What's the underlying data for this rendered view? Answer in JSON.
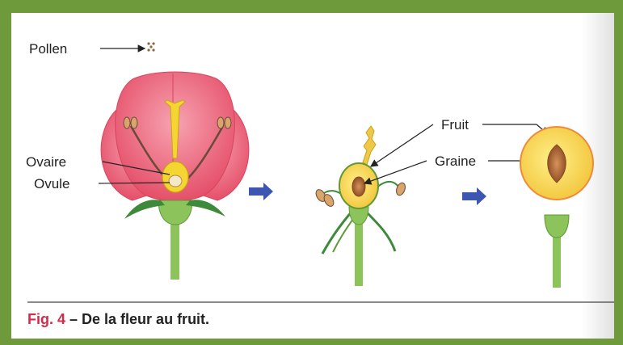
{
  "labels": {
    "pollen": "Pollen",
    "ovaire": "Ovaire",
    "ovule": "Ovule",
    "fruit": "Fruit",
    "graine": "Graine"
  },
  "caption": {
    "fig_label": "Fig. 4",
    "text": " – De la fleur au fruit."
  },
  "colors": {
    "frame": "#6e9a3c",
    "petal": "#e85a70",
    "ovary": "#f5d531",
    "stem": "#8cc35a",
    "arrow": "#3d56b2",
    "caption_accent": "#d62a4a"
  }
}
